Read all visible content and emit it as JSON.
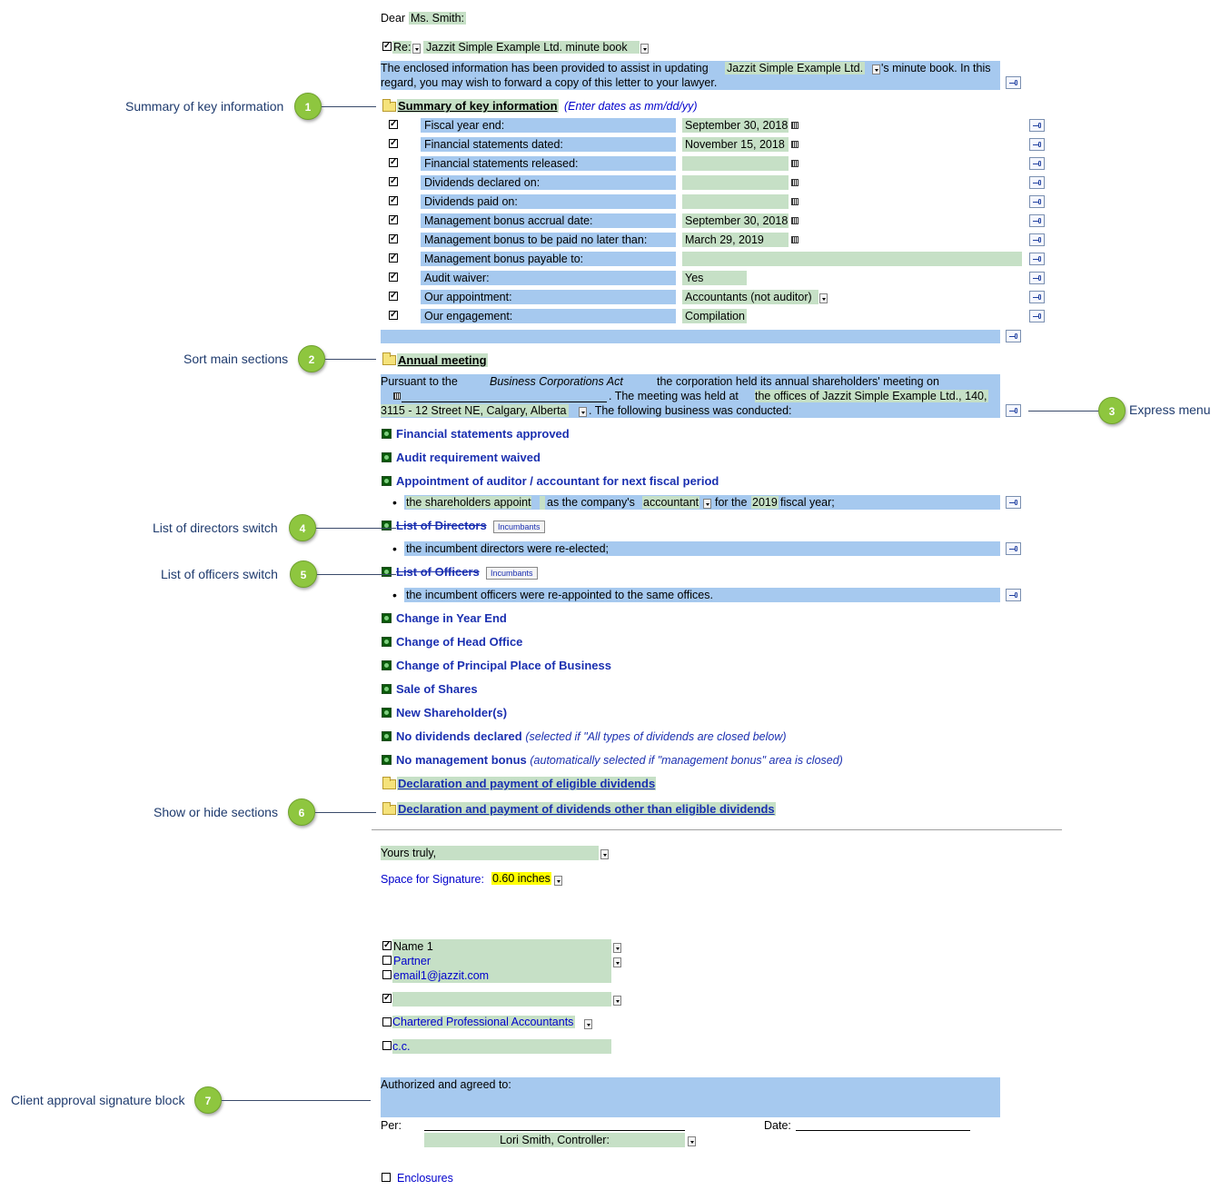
{
  "greeting": {
    "prefix": "Dear",
    "name": "Ms. Smith:"
  },
  "re_line": {
    "label": "Re:",
    "value": "Jazzit Simple Example Ltd. minute book"
  },
  "intro": {
    "part1": "The enclosed information has been provided to assist in updating",
    "company": "Jazzit Simple Example Ltd.",
    "part2": "'s minute book.  In this",
    "line2": "regard, you may wish to forward a copy of this letter to your lawyer."
  },
  "summary": {
    "title": "Summary of key information",
    "note": "(Enter dates as mm/dd/yy)",
    "rows": [
      {
        "label": "Fiscal year end:",
        "value": "September 30, 2018"
      },
      {
        "label": "Financial statements dated:",
        "value": "November 15, 2018"
      },
      {
        "label": "Financial statements released:",
        "value": ""
      },
      {
        "label": "Dividends declared on:",
        "value": ""
      },
      {
        "label": "Dividends paid on:",
        "value": ""
      },
      {
        "label": "Management bonus accrual date:",
        "value": "September 30, 2018"
      },
      {
        "label": "Management bonus to be paid no later than:",
        "value": "March 29, 2019"
      },
      {
        "label": "Management bonus payable to:",
        "value": ""
      },
      {
        "label": "Audit waiver:",
        "value": "Yes"
      },
      {
        "label": "Our appointment:",
        "value": "Accountants (not auditor)"
      },
      {
        "label": "Our engagement:",
        "value": "Compilation"
      }
    ]
  },
  "annual_meeting": {
    "title": "Annual meeting",
    "p1_a": "Pursuant  to  the",
    "p1_act": "Business  Corporations  Act",
    "p1_b": "the  corporation  held  its  annual  shareholders'  meeting  on",
    "p2_a": ".  The meeting was held at",
    "p2_place": "the offices of Jazzit Simple Example Ltd., 140,",
    "p3_place": "3115 - 12 Street NE, Calgary, Alberta",
    "p3_b": ". The following business was conducted:"
  },
  "sections": {
    "fs_approved": "Financial statements approved",
    "audit_waived": "Audit requirement waived",
    "appointment": "Appointment of auditor / accountant for next fiscal period",
    "appointment_bullet": {
      "a": "the shareholders appoint",
      "b": "as the company's",
      "role": "accountant",
      "c": "for the",
      "year": "2019",
      "d": "fiscal year;"
    },
    "directors": "List of Directors",
    "directors_btn": "Incumbants",
    "directors_bullet": "the incumbent directors were re-elected;",
    "officers": "List of Officers",
    "officers_btn": "Incumbants",
    "officers_bullet": "the incumbent officers were re-appointed to the same offices.",
    "year_end": "Change in Year End",
    "head_office": "Change of Head Office",
    "principal_place": "Change of Principal Place of Business",
    "sale_shares": "Sale of Shares",
    "new_shareholder": "New Shareholder(s)",
    "no_dividends": "No dividends declared",
    "no_dividends_note": "(selected if \"All types of dividends are closed below)",
    "no_bonus": "No management bonus",
    "no_bonus_note": "(automatically selected if \"management bonus\" area is closed)",
    "eligible": "Declaration and payment of eligible dividends",
    "other": "Declaration and payment of dividends other than eligible dividends"
  },
  "closing": {
    "yours": "Yours truly,",
    "space_label": "Space for Signature:",
    "space_value": "0.60 inches",
    "name": "Name 1",
    "title": "Partner",
    "email": "email1@jazzit.com",
    "firm": "Chartered Professional Accountants",
    "cc": "c.c."
  },
  "approval": {
    "authorized": "Authorized and agreed to:",
    "per": "Per:",
    "date": "Date:",
    "signer": "Lori Smith, Controller:"
  },
  "enclosures": "Enclosures",
  "callouts": [
    {
      "num": "1",
      "label": "Summary of key information"
    },
    {
      "num": "2",
      "label": "Sort main sections"
    },
    {
      "num": "3",
      "label": "Express menu"
    },
    {
      "num": "4",
      "label": "List of directors switch"
    },
    {
      "num": "5",
      "label": "List of officers switch"
    },
    {
      "num": "6",
      "label": "Show or hide sections"
    },
    {
      "num": "7",
      "label": "Client approval signature block"
    }
  ]
}
